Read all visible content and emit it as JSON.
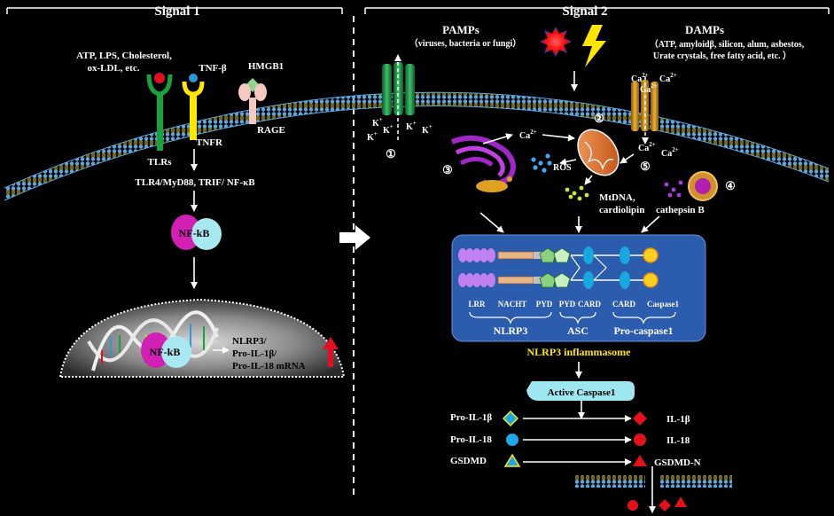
{
  "signal1": {
    "title": "Signal 1",
    "ligands": [
      "ATP, LPS, Cholesterol,",
      "ox-LDL, etc."
    ],
    "tnf_beta": "TNF-β",
    "hmgb1": "HMGB1",
    "tlrs": "TLRs",
    "tnfr": "TNFR",
    "rage": "RAGE",
    "pathway": "TLR4/MyD88, TRIF/ NF-κB",
    "nfkb": "NF-kB",
    "mrna": [
      "NLRP3/",
      "Pro-IL-1β/",
      "Pro-IL-18 mRNA"
    ]
  },
  "signal2": {
    "title": "Signal 2",
    "pamps_title": "PAMPs",
    "pamps_sub": "（viruses, bacteria or fungi）",
    "damps_title": "DAMPs",
    "damps_sub": [
      "（ATP, amyloidβ, silicon, alum, asbestos,",
      "Urate crystals, free fatty acid, etc. ）"
    ],
    "k": "K",
    "plus": "+",
    "ca": "Ca",
    "two_plus": "2+",
    "ros": "ROS",
    "mtdna": [
      "MtDNA,",
      "cardiolipin"
    ],
    "cathepsin": "cathepsin B",
    "num1": "①",
    "num2": "②",
    "num3": "③",
    "num4": "④",
    "num5": "⑤",
    "domains": [
      "LRR",
      "NACHT",
      "PYD",
      "PYD",
      "CARD",
      "CARD",
      "Caspase1"
    ],
    "groups": [
      "NLRP3",
      "ASC",
      "Pro-caspase1"
    ],
    "inflammasome": "NLRP3 inflammasome",
    "active": "Active Caspase1",
    "conversions": [
      {
        "from": "Pro-IL-1β",
        "to": "IL-1β"
      },
      {
        "from": "Pro-IL-18",
        "to": "IL-18"
      },
      {
        "from": "GSDMD",
        "to": "GSDMD-N"
      }
    ]
  },
  "colors": {
    "membrane_blue": "#5aa8e0",
    "membrane_yellow": "#ffe600",
    "inflammasome_box": "#2b5cae",
    "active_caspase": "#9ee6f0",
    "nfkb_magenta": "#d21fb4",
    "nfkb_cyan": "#a8e8f0",
    "tlr_green": "#18a23c",
    "tnfr_yellow": "#ffe800",
    "rage_pink": "#f5c8c0",
    "mito_orange": "#e87b2c",
    "il_red": "#e3101a"
  }
}
